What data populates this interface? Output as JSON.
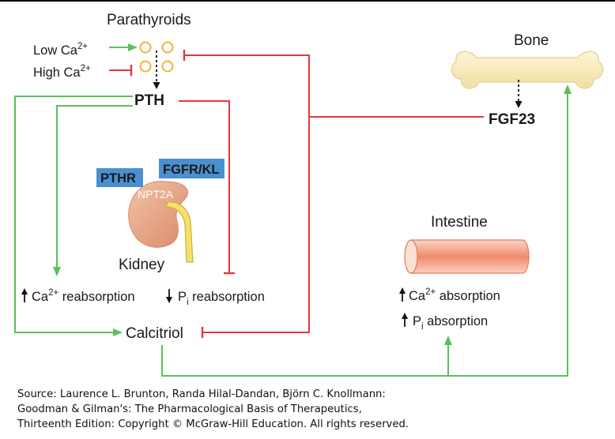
{
  "diagram": {
    "parathyroids": "Parathyroids",
    "low_ca": "Low Ca",
    "high_ca": "High Ca",
    "ca_charge": "2+",
    "pth": "PTH",
    "bone": "Bone",
    "fgf23": "FGF23",
    "pthr": "PTHR",
    "fgfr_kl": "FGFR/KL",
    "npt2a": "NPT2A",
    "kidney": "Kidney",
    "ca_ion": "Ca",
    "reabsorption": " reabsorption",
    "p_ion": "P",
    "p_sub": "i",
    "intestine": "Intestine",
    "absorption": " absorption",
    "calcitriol": "Calcitriol"
  },
  "colors": {
    "stimulate": "#5cbf5c",
    "inhibit": "#e03a3a",
    "receptor_box": "#4a90d0",
    "kidney": "#e8a487",
    "gland": "#f3b232"
  },
  "source": {
    "line1": "Source: Laurence L. Brunton, Randa Hilal-Dandan, Björn C. Knollmann:",
    "line2": "Goodman & Gilman's: The Pharmacological Basis of Therapeutics,",
    "line3": "Thirteenth Edition: Copyright © McGraw-Hill Education. All rights reserved."
  }
}
